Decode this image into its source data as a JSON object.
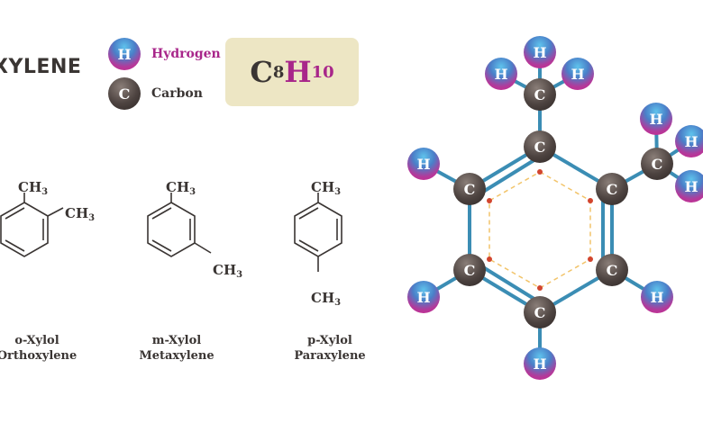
{
  "title": "XYLENE",
  "legend": {
    "hydrogen": {
      "symbol": "H",
      "label": "Hydrogen"
    },
    "carbon": {
      "symbol": "C",
      "label": "Carbon"
    }
  },
  "formula": {
    "c": "C",
    "c_count": "8",
    "h": "H",
    "h_count": "10"
  },
  "colors": {
    "text": "#3a3533",
    "accent": "#a8268a",
    "bond": "#3b8db4",
    "formula_bg": "#ede6c4",
    "dashed_ring": "#f2c46a",
    "dot": "#d2452e"
  },
  "isomers": [
    {
      "name": "o-Xylol",
      "alt": "Orthoxylene",
      "groups": [
        "CH",
        "3",
        "CH",
        "3"
      ]
    },
    {
      "name": "m-Xylol",
      "alt": "Metaxylene",
      "groups": [
        "CH",
        "3",
        "CH",
        "3"
      ]
    },
    {
      "name": "p-Xylol",
      "alt": "Paraxylene",
      "groups": [
        "CH",
        "3",
        "CH",
        "3"
      ]
    }
  ],
  "molecule": {
    "carbon_symbol": "C",
    "hydrogen_symbol": "H"
  }
}
